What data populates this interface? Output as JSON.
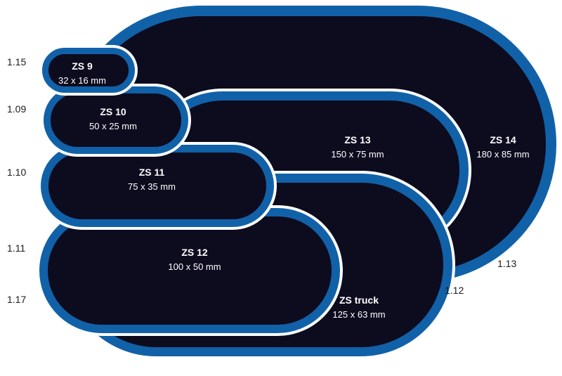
{
  "colors": {
    "patch_fill": "#0d0b1e",
    "patch_border": "#1161a8",
    "background": "#ffffff",
    "label_text": "#ffffff",
    "ref_text": "#1b1b1b"
  },
  "patches": [
    {
      "name": "ZS 9",
      "size": "32 x 16 mm"
    },
    {
      "name": "ZS 10",
      "size": "50 x 25 mm"
    },
    {
      "name": "ZS 11",
      "size": "75 x 35 mm"
    },
    {
      "name": "ZS 12",
      "size": "100 x 50 mm"
    },
    {
      "name": "ZS 13",
      "size": "150 x 75 mm"
    },
    {
      "name": "ZS 14",
      "size": "180 x 85 mm"
    },
    {
      "name": "ZS truck",
      "size": "125 x 63 mm"
    }
  ],
  "refs": [
    {
      "value": "1.15"
    },
    {
      "value": "1.09"
    },
    {
      "value": "1.10"
    },
    {
      "value": "1.11"
    },
    {
      "value": "1.17"
    },
    {
      "value": "1.12"
    },
    {
      "value": "1.13"
    }
  ]
}
